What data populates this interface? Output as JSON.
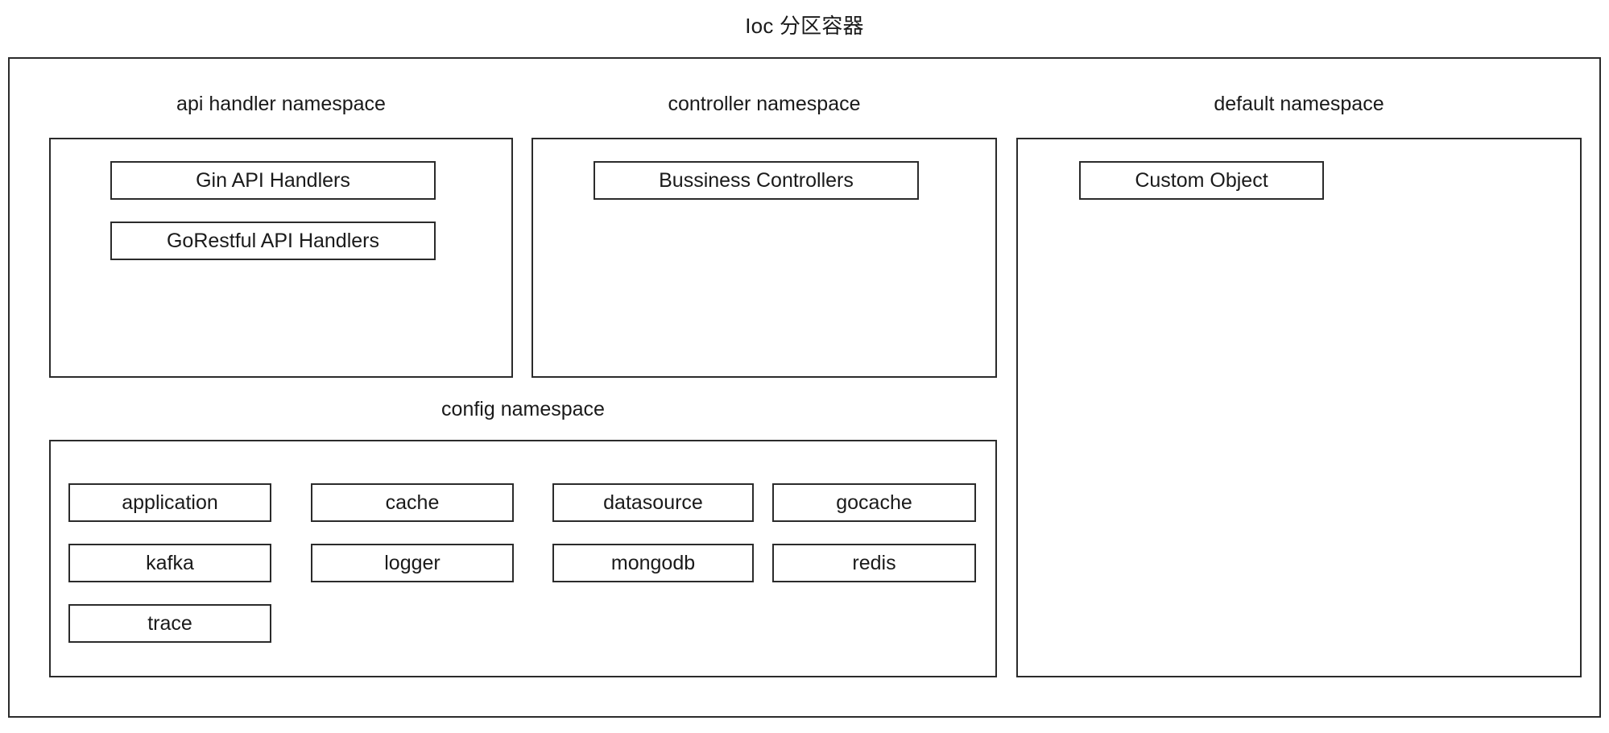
{
  "diagram": {
    "title": "Ioc 分区容器",
    "type": "nested-container-diagram",
    "style": {
      "background": "#ffffff",
      "stroke": "#2b2b2b",
      "fill": "#ffffff",
      "text": "#1a1a1a"
    }
  },
  "namespaces": {
    "api_handler": {
      "label": "api handler namespace",
      "items": [
        {
          "label": "Gin API Handlers"
        },
        {
          "label": "GoRestful API Handlers"
        }
      ]
    },
    "controller": {
      "label": "controller namespace",
      "items": [
        {
          "label": "Bussiness Controllers"
        }
      ]
    },
    "default": {
      "label": "default namespace",
      "items": [
        {
          "label": "Custom Object"
        }
      ]
    },
    "config": {
      "label": "config namespace",
      "items": [
        {
          "label": "application"
        },
        {
          "label": "cache"
        },
        {
          "label": "datasource"
        },
        {
          "label": "gocache"
        },
        {
          "label": "kafka"
        },
        {
          "label": "logger"
        },
        {
          "label": "mongodb"
        },
        {
          "label": "redis"
        },
        {
          "label": "trace"
        }
      ]
    }
  }
}
